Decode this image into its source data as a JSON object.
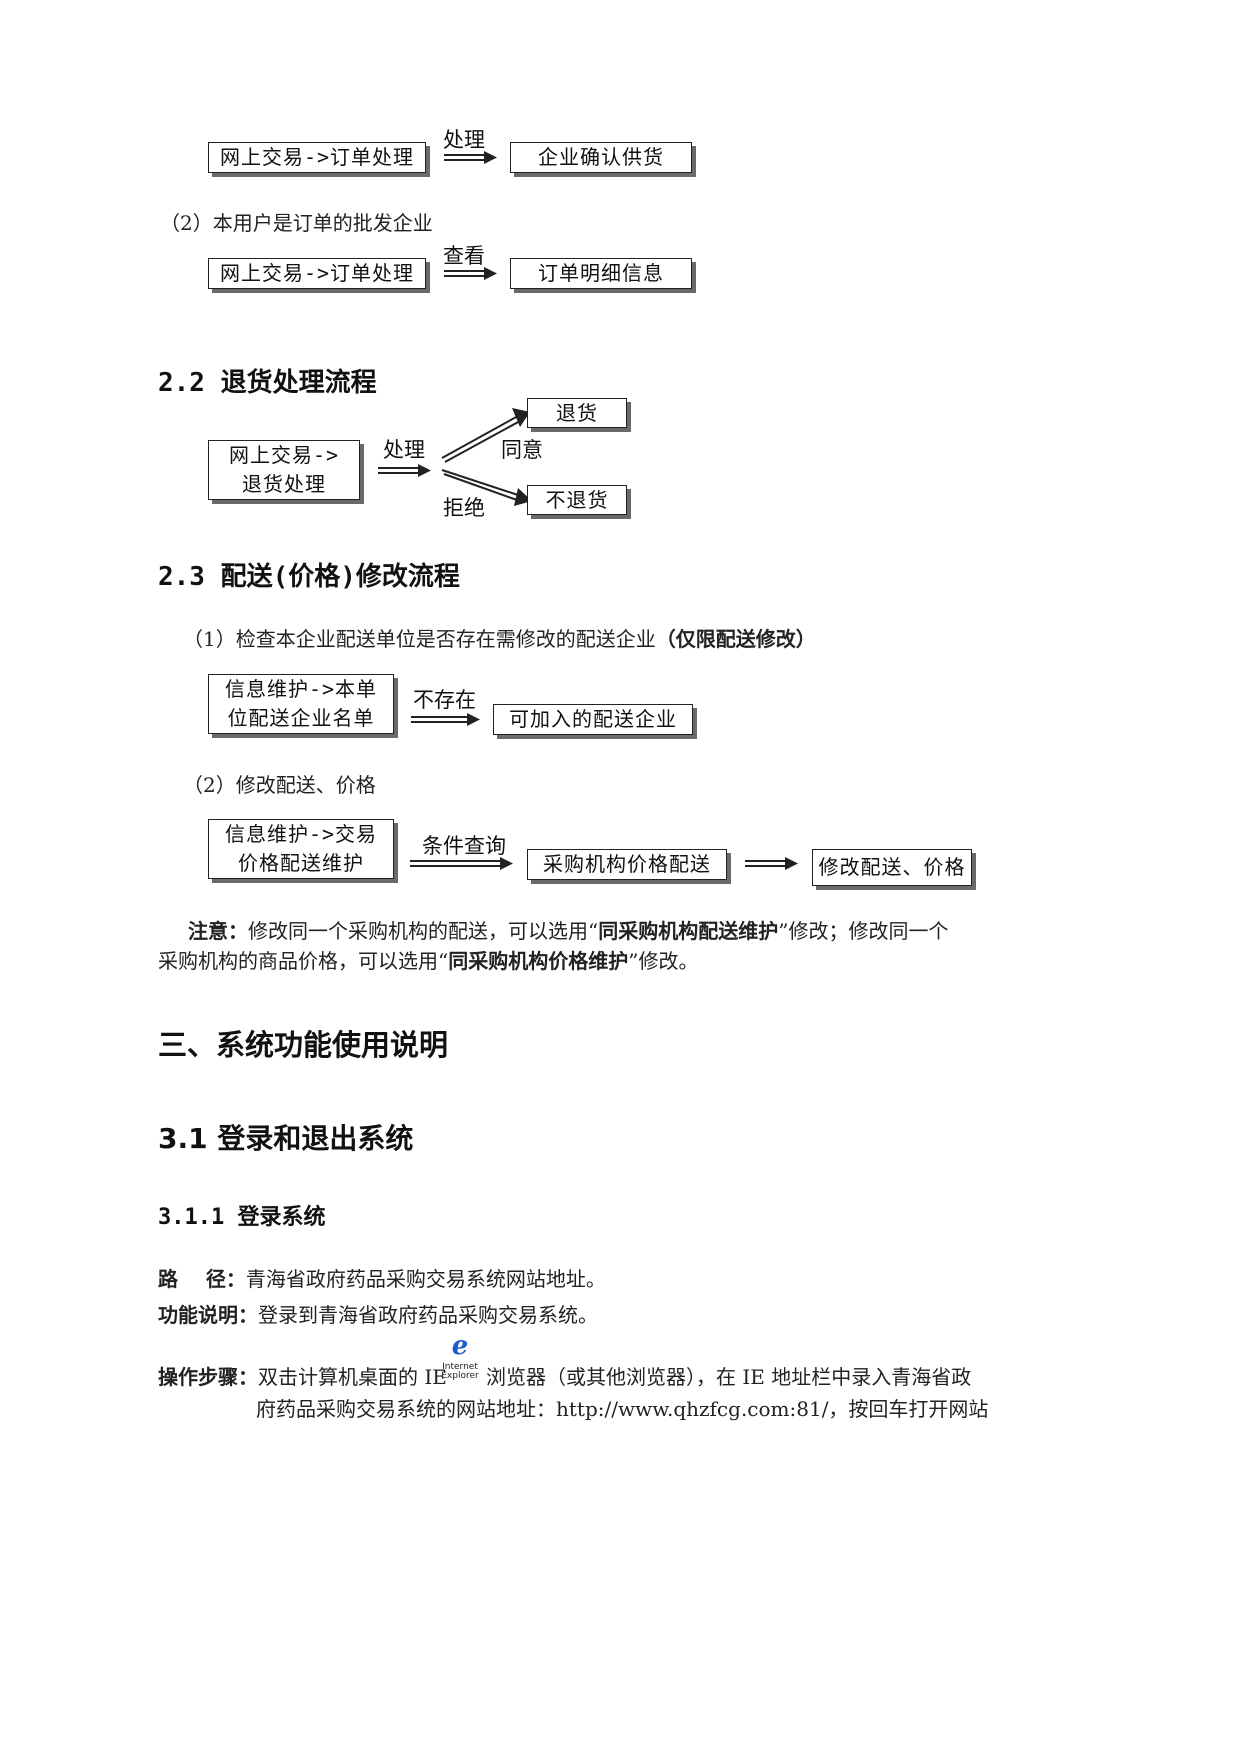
{
  "flow_order": {
    "box_left": "网上交易->订单处理",
    "action": "处理",
    "box_right": "企业确认供货"
  },
  "wholesale_case": {
    "label": "（2）本用户是订单的批发企业",
    "box_left": "网上交易->订单处理",
    "action": "查看",
    "box_right": "订单明细信息"
  },
  "section_2_2": {
    "title": "2.2 退货处理流程",
    "box_left_line1": "网上交易->",
    "box_left_line2": "退货处理",
    "action": "处理",
    "agree": "同意",
    "reject": "拒绝",
    "box_top": "退货",
    "box_bottom": "不退货"
  },
  "section_2_3": {
    "title": "2.3 配送(价格)修改流程",
    "step1_label": "（1）检查本企业配送单位是否存在需修改的配送企业",
    "step1_bold": "（仅限配送修改）",
    "step1_box_left_line1": "信息维护->本单",
    "step1_box_left_line2": "位配送企业名单",
    "step1_action": "不存在",
    "step1_box_right": "可加入的配送企业",
    "step2_label": "（2）修改配送、价格",
    "step2_box_left_line1": "信息维护->交易",
    "step2_box_left_line2": "价格配送维护",
    "step2_action": "条件查询",
    "step2_box_mid": "采购机构价格配送",
    "step2_box_right": "修改配送、价格"
  },
  "note": {
    "prefix": "注意：",
    "text1": "修改同一个采购机构的配送，可以选用“",
    "bold1": "同采购机构配送维护",
    "text2": "”修改；修改同一个",
    "text3": "采购机构的商品价格，可以选用“",
    "bold2": "同采购机构价格维护",
    "text4": "”修改。"
  },
  "chapter_3": {
    "title": "三、系统功能使用说明"
  },
  "section_3_1": {
    "title": "3.1 登录和退出系统"
  },
  "section_3_1_1": {
    "title": "3.1.1 登录系统",
    "path_label": "路    径：",
    "path_text": "青海省政府药品采购交易系统网站地址。",
    "func_label": "功能说明：",
    "func_text": "登录到青海省政府药品采购交易系统。",
    "steps_label": "操作步骤：",
    "steps_text1a": "双击计算机桌面的 IE",
    "ie_icon": "internet-explorer-icon",
    "ie_text1": "Internet",
    "ie_text2": "Explorer",
    "steps_text1b": "浏览器（或其他浏览器），在 IE 地址栏中录入青海省政",
    "steps_text2": "府药品采购交易系统的网站地址：http://www.qhzfcg.com:81/，按回车打开网站"
  }
}
